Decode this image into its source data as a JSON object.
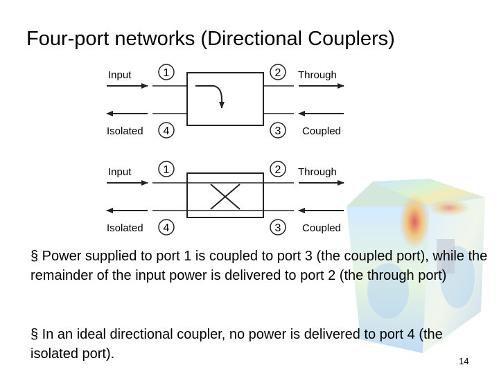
{
  "slide": {
    "title": "Four-port networks (Directional Couplers)",
    "page_number": "14"
  },
  "diagram": {
    "top": {
      "input_label": "Input",
      "through_label": "Through",
      "isolated_label": "Isolated",
      "coupled_label": "Coupled",
      "port1": "1",
      "port2": "2",
      "port3": "3",
      "port4": "4"
    },
    "bottom": {
      "input_label": "Input",
      "through_label": "Through",
      "isolated_label": "Isolated",
      "coupled_label": "Coupled",
      "port1": "1",
      "port2": "2",
      "port3": "3",
      "port4": "4"
    }
  },
  "bullets": [
    "§ Power supplied to port 1 is coupled to port 3 (the coupled port), while the remainder of the input power is delivered to port 2 (the through port)",
    "§ In an ideal directional coupler, no power is delivered to port 4 (the isolated port)."
  ]
}
